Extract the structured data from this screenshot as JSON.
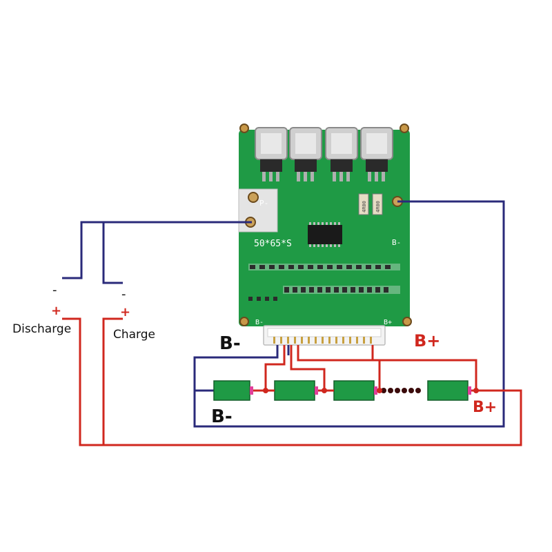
{
  "colors": {
    "positive_wire": "#d0271e",
    "negative_wire": "#2a2a7a",
    "pcb": "#1f9a45",
    "cell": "#1f9a45",
    "cell_tip": "#e0409a"
  },
  "pcb": {
    "pad_p_label": "P-",
    "pad_b_label": "B-",
    "resistor_1": "4R00",
    "resistor_2": "4R00",
    "board_marking": "50*65*S",
    "connector_left_label": "B-",
    "connector_right_label": "B+"
  },
  "terminals": {
    "discharge_minus": "-",
    "discharge_plus": "+",
    "charge_minus": "-",
    "charge_plus": "+",
    "discharge_label": "Discharge",
    "charge_label": "Charge"
  },
  "connector_labels": {
    "b_minus": "B-",
    "b_plus": "B+"
  },
  "battery_labels": {
    "b_minus": "B-",
    "b_plus": "B+"
  },
  "icons": [
    "mosfet-heatsink-icon",
    "pcb-board-icon",
    "battery-cell-icon",
    "balance-connector-icon"
  ]
}
